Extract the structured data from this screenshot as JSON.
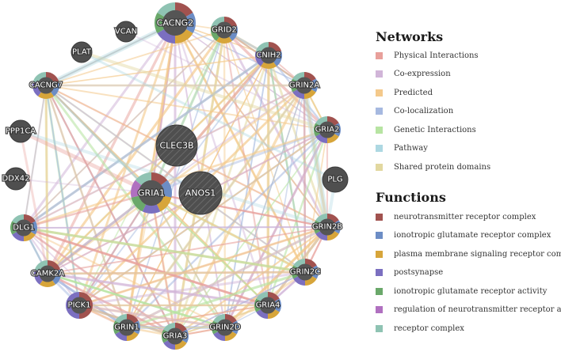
{
  "legend": {
    "networks_heading": "Networks",
    "networks": [
      {
        "label": "Physical Interactions",
        "color": "#e8a09b"
      },
      {
        "label": "Co-expression",
        "color": "#d1b5d8"
      },
      {
        "label": "Predicted",
        "color": "#f4c98b"
      },
      {
        "label": "Co-localization",
        "color": "#a6b9e0"
      },
      {
        "label": "Genetic Interactions",
        "color": "#b7e4a2"
      },
      {
        "label": "Pathway",
        "color": "#add8e2"
      },
      {
        "label": "Shared protein domains",
        "color": "#e2d8a0"
      }
    ],
    "functions_heading": "Functions",
    "functions": [
      {
        "label": "neurotransmitter receptor complex",
        "color": "#a1524f"
      },
      {
        "label": "ionotropic glutamate receptor complex",
        "color": "#6c8dc5"
      },
      {
        "label": "plasma membrane signaling receptor complex",
        "color": "#d7a53a"
      },
      {
        "label": "postsynapse",
        "color": "#7b6fc0"
      },
      {
        "label": "ionotropic glutamate receptor activity",
        "color": "#6aa86a"
      },
      {
        "label": "regulation of neurotransmitter receptor activity",
        "color": "#b070c0"
      },
      {
        "label": "receptor complex",
        "color": "#8fc3b3"
      }
    ]
  },
  "genes": [
    {
      "name": "CACNG2",
      "functions": [
        0,
        1,
        2,
        3,
        4,
        6
      ]
    },
    {
      "name": "GRID2",
      "functions": [
        0,
        1,
        2,
        4,
        6
      ]
    },
    {
      "name": "VCAN",
      "functions": []
    },
    {
      "name": "PLAT",
      "functions": []
    },
    {
      "name": "CNIH2",
      "functions": [
        0,
        1,
        2,
        3,
        6
      ]
    },
    {
      "name": "CACNG7",
      "functions": [
        0,
        1,
        2,
        3,
        6
      ]
    },
    {
      "name": "GRIN2A",
      "functions": [
        0,
        1,
        2,
        3,
        4,
        6
      ]
    },
    {
      "name": "PPP1CA",
      "functions": []
    },
    {
      "name": "GRIA2",
      "functions": [
        0,
        1,
        2,
        3,
        4,
        6
      ]
    },
    {
      "name": "CLEC3B",
      "functions": []
    },
    {
      "name": "DDX42",
      "functions": []
    },
    {
      "name": "PLG",
      "functions": []
    },
    {
      "name": "GRIA1",
      "functions": [
        0,
        1,
        2,
        3,
        4,
        5,
        6
      ]
    },
    {
      "name": "ANOS1",
      "functions": []
    },
    {
      "name": "GRIN2B",
      "functions": [
        0,
        1,
        2,
        3,
        4,
        6
      ]
    },
    {
      "name": "DLG1",
      "functions": [
        0,
        1,
        2,
        3,
        4,
        6
      ]
    },
    {
      "name": "CAMK2A",
      "functions": [
        0,
        1,
        2,
        3,
        6
      ]
    },
    {
      "name": "GRIN2C",
      "functions": [
        0,
        1,
        2,
        3,
        4,
        6
      ]
    },
    {
      "name": "GRIA4",
      "functions": [
        0,
        1,
        2,
        3,
        4,
        6
      ]
    },
    {
      "name": "PICK1",
      "functions": [
        0,
        3
      ]
    },
    {
      "name": "GRIN1",
      "functions": [
        0,
        1,
        2,
        3,
        4,
        6
      ]
    },
    {
      "name": "GRIN2D",
      "functions": [
        0,
        1,
        2,
        3,
        4,
        6
      ]
    },
    {
      "name": "GRIA3",
      "functions": [
        0,
        1,
        2,
        3,
        4,
        6
      ]
    }
  ]
}
